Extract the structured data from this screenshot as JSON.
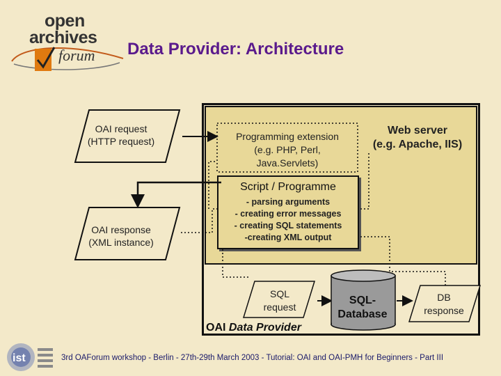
{
  "logo": {
    "line1": "open",
    "line2": "archives",
    "line3": "forum"
  },
  "title": "Data Provider: Architecture",
  "oai_request": [
    "OAI request",
    "(HTTP request)"
  ],
  "oai_response": [
    "OAI response",
    "(XML instance)"
  ],
  "programming_extension": [
    "Programming extension",
    "(e.g. PHP, Perl,",
    "Java.Servlets)"
  ],
  "web_server": [
    "Web server",
    "(e.g. Apache, IIS)"
  ],
  "script": {
    "title": "Script / Programme",
    "lines": [
      "- parsing arguments",
      "- creating error messages",
      "- creating SQL statements",
      "-creating XML output"
    ]
  },
  "sql_request": [
    "SQL",
    "request"
  ],
  "sql_database": [
    "SQL-",
    "Database"
  ],
  "db_response": [
    "DB",
    "response"
  ],
  "provider_label": {
    "prefix": "OAI",
    "italic": "Data Provider"
  },
  "footer": "3rd OAForum workshop - Berlin - 27th-29th March 2003 - Tutorial: OAI and OAI-PMH for Beginners - Part III",
  "ist_logo": {
    "text": "ist"
  },
  "colors": {
    "background": "#f3e9c9",
    "panel": "#e8d898",
    "title": "#5a1a8c",
    "footer": "#1a1a6a"
  }
}
